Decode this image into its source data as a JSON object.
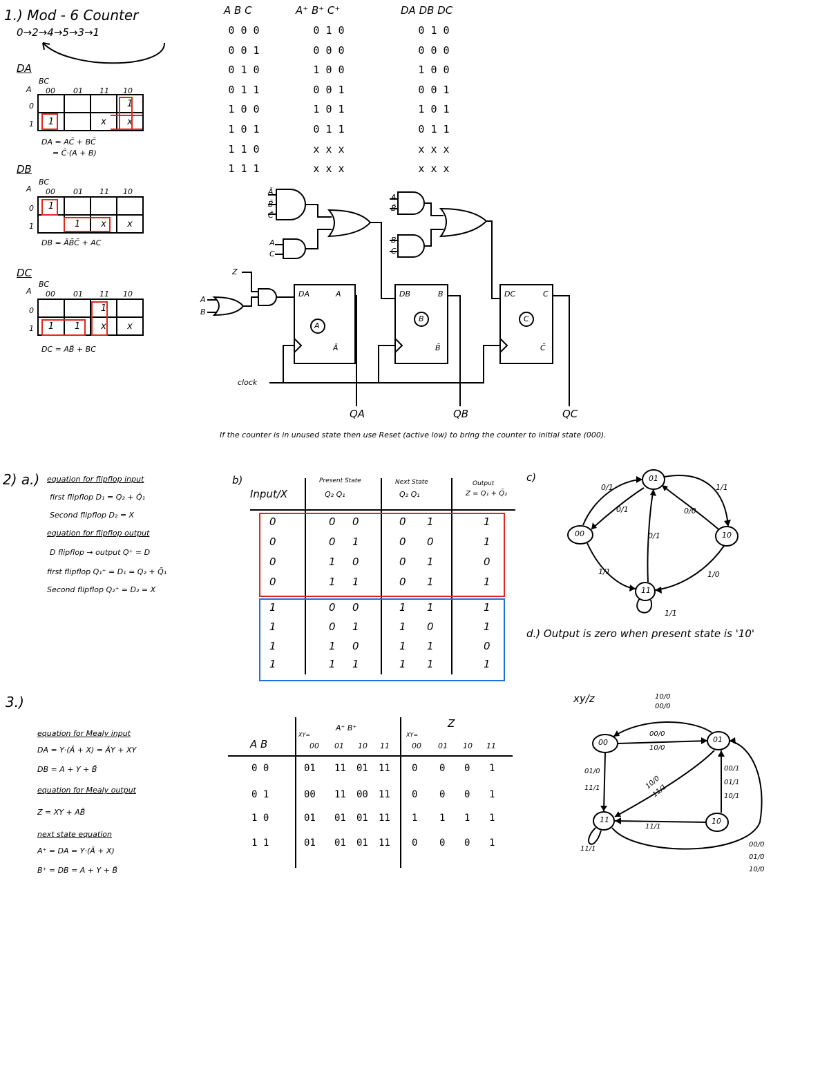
{
  "p1": {
    "title": "1.) Mod - 6 Counter",
    "sequence": "0→2→4→5→3→1",
    "kmaps": [
      {
        "name": "DA",
        "bc": "BC",
        "a": "A",
        "cols": [
          "00",
          "01",
          "11",
          "10"
        ],
        "rows": [
          "0",
          "1"
        ],
        "cells": [
          [
            "",
            "",
            "",
            "1"
          ],
          [
            "1",
            "",
            "x",
            "x"
          ]
        ],
        "eq1": "DA = AC̄ + BC̄",
        "eq2": "= C̄·(A + B)"
      },
      {
        "name": "DB",
        "bc": "BC",
        "a": "A",
        "cols": [
          "00",
          "01",
          "11",
          "10"
        ],
        "rows": [
          "0",
          "1"
        ],
        "cells": [
          [
            "1",
            "",
            "",
            ""
          ],
          [
            "",
            "1",
            "x",
            "x"
          ]
        ],
        "eq1": "DB = ĀB̄C̄ + AC",
        "eq2": ""
      },
      {
        "name": "DC",
        "bc": "BC",
        "a": "A",
        "cols": [
          "00",
          "01",
          "11",
          "10"
        ],
        "rows": [
          "0",
          "1"
        ],
        "cells": [
          [
            "",
            "",
            "1",
            ""
          ],
          [
            "1",
            "1",
            "x",
            "x"
          ]
        ],
        "eq1": "DC = AB̄ + BC",
        "eq2": ""
      }
    ],
    "truth": {
      "h_abc": "A B C",
      "h_next": "A⁺ B⁺ C⁺",
      "h_d": "DA DB DC",
      "abc": [
        "0 0 0",
        "0 0 1",
        "0 1 0",
        "0 1 1",
        "1 0 0",
        "1 0 1",
        "1 1 0",
        "1 1 1"
      ],
      "next": [
        "0 1 0",
        "0 0 0",
        "1 0 0",
        "0 0 1",
        "1 0 1",
        "0 1 1",
        "x x x",
        "x x x"
      ],
      "d": [
        "0 1 0",
        "0 0 0",
        "1 0 0",
        "0 0 1",
        "1 0 1",
        "0 1 1",
        "x x x",
        "x x x"
      ]
    },
    "circuit": {
      "in_g1": [
        "Ā",
        "B̄",
        "C̄"
      ],
      "in_g2": [
        "A",
        "C"
      ],
      "in_g3": [
        "A",
        "B̄"
      ],
      "in_g4": [
        "B",
        "C"
      ],
      "z": "Z",
      "or_a": "A",
      "or_b": "B",
      "ff": [
        {
          "d": "DA",
          "q": "A",
          "qn": "Ā",
          "id": "A"
        },
        {
          "d": "DB",
          "q": "B",
          "qn": "B̄",
          "id": "B"
        },
        {
          "d": "DC",
          "q": "C",
          "qn": "C̄",
          "id": "C"
        }
      ],
      "clock": "clock",
      "outs": [
        "QA",
        "QB",
        "QC"
      ]
    },
    "note": "If the counter is in unused state then use Reset (active low) to bring the counter to initial state (000)."
  },
  "p2": {
    "num": "2) a.)",
    "lines": [
      "equation for flipflop input",
      "first flipflop D₁ = Q₂ + Q̄₁",
      "Second flipflop D₂ = X",
      "equation for flipflop output",
      "D flipflop → output Q⁺ = D",
      "first flipflop Q₁⁺ = D₁ = Q₂ + Q̄₁",
      "Second flipflop Q₂⁺ = D₂ = X"
    ],
    "b": "b)",
    "table": {
      "h_input": "Input/X",
      "h_present": "Present State",
      "h_ps": "Q₂  Q₁",
      "h_next": "Next State",
      "h_ns": "Q₂  Q₁",
      "h_output": "Output",
      "h_out_eq": "Z = Q₁ + Q̄₂",
      "rows": [
        [
          "0",
          "0",
          "0",
          "0",
          "1",
          "1"
        ],
        [
          "0",
          "0",
          "1",
          "0",
          "0",
          "1"
        ],
        [
          "0",
          "1",
          "0",
          "0",
          "1",
          "0"
        ],
        [
          "0",
          "1",
          "1",
          "0",
          "1",
          "1"
        ],
        [
          "1",
          "0",
          "0",
          "1",
          "1",
          "1"
        ],
        [
          "1",
          "0",
          "1",
          "1",
          "0",
          "1"
        ],
        [
          "1",
          "1",
          "0",
          "1",
          "1",
          "0"
        ],
        [
          "1",
          "1",
          "1",
          "1",
          "1",
          "1"
        ]
      ]
    },
    "c": "c)",
    "states": [
      "01",
      "00",
      "10",
      "11"
    ],
    "edges": [
      "0/1",
      "0/1",
      "1/1",
      "0/0",
      "0/1",
      "1/1",
      "1/0",
      "1/1"
    ],
    "d": "d.) Output is zero when present state is '10'"
  },
  "p3": {
    "num": "3.)",
    "lines": [
      "equation for Mealy input",
      "DA = Y·(Ā + X) = ĀY + XY",
      "DB = A + Y + B̄",
      "equation for Mealy output",
      "Z = XY + AB̄",
      "next state equation",
      "A⁺ = DA = Y·(Ā + X)",
      "B⁺ = DB = A + Y + B̄"
    ],
    "table": {
      "h_ab": "A B",
      "h_next": "A⁺ B⁺",
      "h_z": "Z",
      "h_xy": "XY=",
      "cols": [
        "00",
        "01",
        "10",
        "11"
      ],
      "ab": [
        "0 0",
        "0 1",
        "1 0",
        "1 1"
      ],
      "next": [
        [
          "01",
          "11",
          "01",
          "11"
        ],
        [
          "00",
          "11",
          "00",
          "11"
        ],
        [
          "01",
          "01",
          "01",
          "11"
        ],
        [
          "01",
          "01",
          "01",
          "11"
        ]
      ],
      "z": [
        [
          "0",
          "0",
          "0",
          "1"
        ],
        [
          "0",
          "0",
          "0",
          "1"
        ],
        [
          "1",
          "1",
          "1",
          "1"
        ],
        [
          "0",
          "0",
          "0",
          "1"
        ]
      ]
    },
    "legend": "xy/z",
    "states": [
      "00",
      "01",
      "11",
      "10"
    ],
    "edges": [
      "10/0",
      "00/0",
      "00/0",
      "10/0",
      "01/0",
      "11/1",
      "10/0",
      "11/1",
      "00/1",
      "01/1",
      "10/1",
      "11/1",
      "11/1",
      "00/0",
      "01/0",
      "10/0"
    ]
  }
}
